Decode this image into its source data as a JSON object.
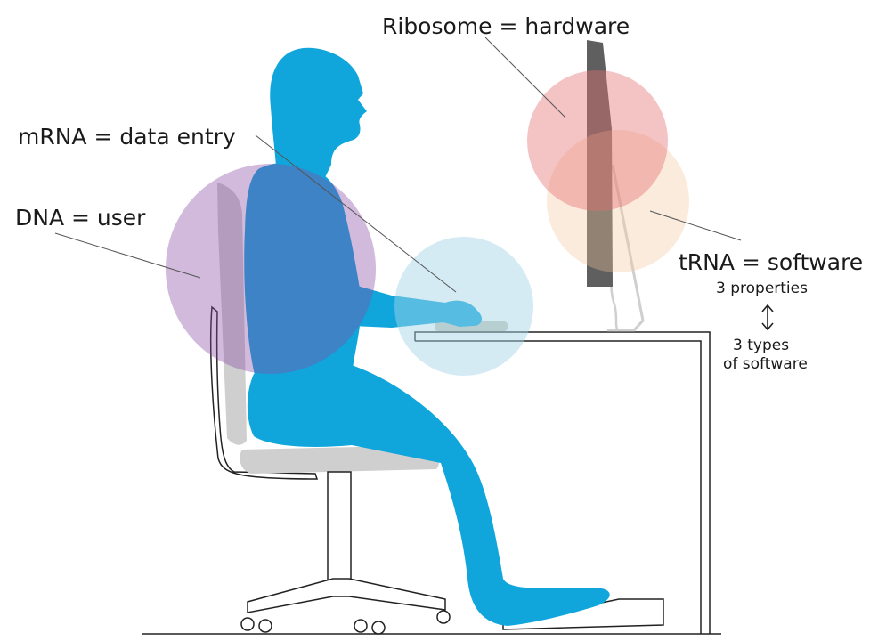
{
  "labels": {
    "ribosome": "Ribosome = hardware",
    "mrna": "mRNA = data entry",
    "dna": "DNA = user",
    "trna": "tRNA = software",
    "properties": "3 properties",
    "types_line1": "3 types",
    "types_line2": "of software"
  },
  "colors": {
    "figure": "#10a6dc",
    "dna_circle": "#b99ac9",
    "mrna_circle": "#bfe3ec",
    "ribosome_circle": "#ec8f8f",
    "trna_circle": "#f8dcbf",
    "furniture_line": "#222222",
    "chair_fill": "#cfcfcf",
    "monitor": "#5f5f5f"
  },
  "icons": {
    "arrow": "double-headed-vertical-arrow"
  }
}
